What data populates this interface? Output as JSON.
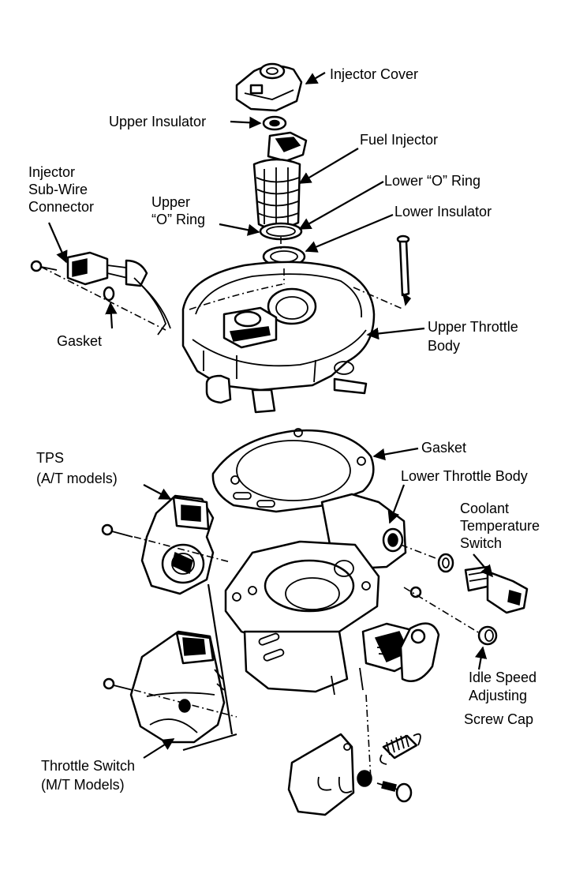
{
  "labels": {
    "injector_cover": "Injector Cover",
    "upper_insulator": "Upper Insulator",
    "fuel_injector": "Fuel Injector",
    "injector_sub_wire_1": "Injector",
    "injector_sub_wire_2": "Sub-Wire",
    "injector_sub_wire_3": "Connector",
    "lower_o_ring": "Lower “O” Ring",
    "upper_o_ring_1": "Upper",
    "upper_o_ring_2": "“O” Ring",
    "lower_insulator": "Lower Insulator",
    "gasket_upper": "Gasket",
    "upper_throttle_body_1": "Upper Throttle",
    "upper_throttle_body_2": "Body",
    "gasket_lower": "Gasket",
    "tps_1": "TPS",
    "tps_2": "(A/T models)",
    "lower_throttle_body": "Lower Throttle Body",
    "coolant_1": "Coolant",
    "coolant_2": "Temperature",
    "coolant_3": "Switch",
    "idle_1": "Idle Speed",
    "idle_2": "Adjusting",
    "idle_3": "Screw Cap",
    "throttle_switch_1": "Throttle Switch",
    "throttle_switch_2": "(M/T Models)"
  }
}
